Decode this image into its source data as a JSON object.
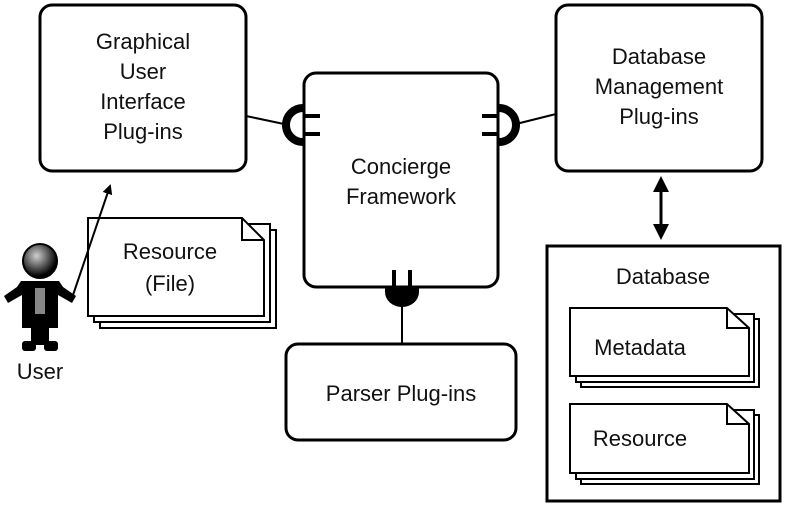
{
  "boxes": {
    "gui": [
      "Graphical",
      "User",
      "Interface",
      "Plug-ins"
    ],
    "framework": [
      "Concierge",
      "Framework"
    ],
    "dbm": [
      "Database",
      "Management",
      "Plug-ins"
    ],
    "parser": "Parser Plug-ins",
    "database": "Database"
  },
  "documents": {
    "resource_file": [
      "Resource",
      "(File)"
    ],
    "metadata": "Metadata",
    "resource": "Resource"
  },
  "actor": {
    "label": "User",
    "icon": "user-icon"
  },
  "colors": {
    "stroke": "#000000",
    "fill": "#ffffff",
    "text": "#111111"
  }
}
